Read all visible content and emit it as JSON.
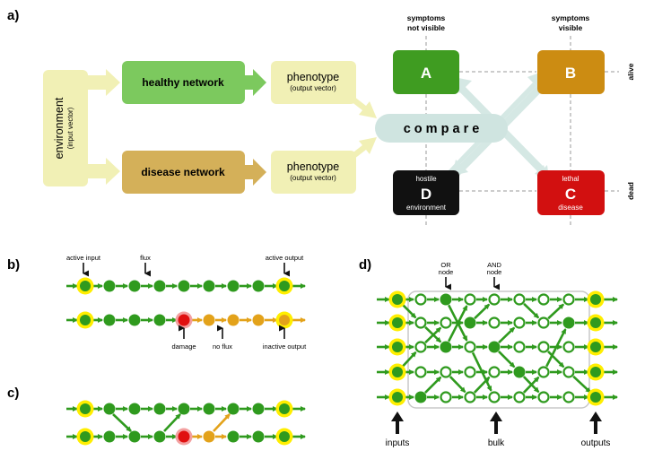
{
  "panel_labels": {
    "a": "a)",
    "b": "b)",
    "c": "c)",
    "d": "d)"
  },
  "panel_a": {
    "environment": {
      "main": "environment",
      "sub": "(input vector)"
    },
    "healthy_network": "healthy network",
    "disease_network": "disease network",
    "phenotype_top": {
      "main": "phenotype",
      "sub": "(output vector)"
    },
    "phenotype_bottom": {
      "main": "phenotype",
      "sub": "(output vector)"
    },
    "compare": "c o m p a r e",
    "column_headers": {
      "not_visible": [
        "symptoms",
        "not visible"
      ],
      "visible": [
        "symptoms",
        "visible"
      ]
    },
    "row_labels": {
      "alive": "alive",
      "dead": "dead"
    },
    "boxes": {
      "A": {
        "letter": "A",
        "top": "",
        "bottom": ""
      },
      "B": {
        "letter": "B",
        "top": "",
        "bottom": ""
      },
      "C": {
        "letter": "C",
        "top": "lethal",
        "bottom": "disease"
      },
      "D": {
        "letter": "D",
        "top": "hostile",
        "bottom": "environment"
      }
    },
    "colors": {
      "env": "#f1f0b5",
      "healthy": "#7cc95e",
      "disease": "#d4b059",
      "phenotype": "#f1f0b5",
      "compare": "#cfe4e0",
      "A": "#3f9c21",
      "B": "#cc8c12",
      "C": "#d21010",
      "D": "#111111"
    }
  },
  "panel_b": {
    "active_input": "active input",
    "flux": "flux",
    "active_output": "active output",
    "damage": "damage",
    "no_flux": "no flux",
    "inactive_output": "inactive output"
  },
  "panel_d": {
    "or_node": [
      "OR",
      "node"
    ],
    "and_node": [
      "AND",
      "node"
    ],
    "inputs": "inputs",
    "bulk": "bulk",
    "outputs": "outputs"
  },
  "network_colors": {
    "green": "#2f9a1e",
    "orange": "#e3a21a",
    "yellow": "#ffee00",
    "red": "#e01010",
    "pink": "#f3a0a0"
  }
}
